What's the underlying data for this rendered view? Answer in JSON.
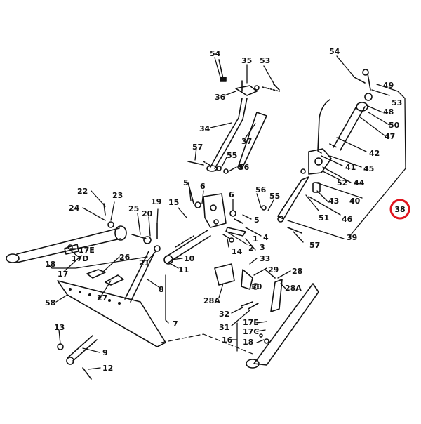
{
  "diagram": {
    "highlight": {
      "label": "38",
      "color": "#e0141e"
    },
    "ink_color": "#111111",
    "labels": [
      "54",
      "35",
      "53",
      "36",
      "34",
      "37",
      "57",
      "55",
      "56",
      "54",
      "49",
      "53",
      "48",
      "50",
      "47",
      "42",
      "41",
      "45",
      "52",
      "44",
      "40",
      "43",
      "46",
      "51",
      "57",
      "39",
      "22",
      "23",
      "24",
      "25",
      "19",
      "20",
      "15",
      "5",
      "6",
      "6",
      "56",
      "55",
      "5",
      "4",
      "2",
      "14",
      "17E",
      "17D",
      "18",
      "17",
      "21",
      "10",
      "11",
      "26",
      "27",
      "8",
      "58",
      "7",
      "13",
      "9",
      "12",
      "33",
      "29",
      "28",
      "28A",
      "30",
      "32",
      "28A",
      "31",
      "17E",
      "17C",
      "18",
      "16",
      "3",
      "1"
    ]
  }
}
